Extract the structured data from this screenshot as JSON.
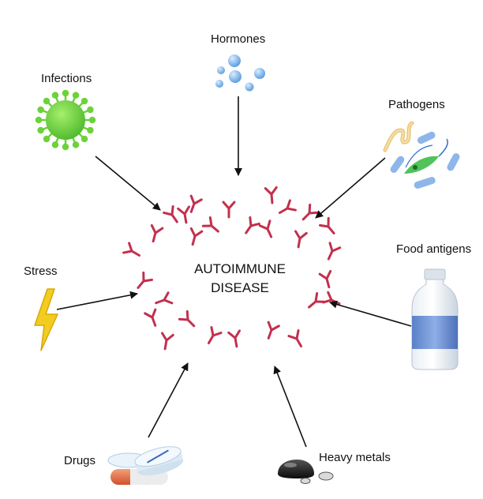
{
  "center": {
    "line1": "AUTOIMMUNE",
    "line2": "DISEASE"
  },
  "factors": {
    "infections": "Infections",
    "hormones": "Hormones",
    "pathogens": "Pathogens",
    "stress": "Stress",
    "food_antigens": "Food antigens",
    "drugs": "Drugs",
    "heavy_metals": "Heavy metals"
  },
  "colors": {
    "antibody": "#c2304e",
    "virus": "#6cd23a",
    "hormone": "#7fb6ea",
    "bolt": "#f2cc1f",
    "bottle_label": "#6f94d6",
    "arrow": "#111111"
  },
  "icons": {
    "infections": "virus-icon",
    "hormones": "hormone-bubbles-icon",
    "pathogens": "bacteria-icon",
    "stress": "lightning-bolt-icon",
    "food_antigens": "milk-bottle-icon",
    "drugs": "pills-icon",
    "heavy_metals": "metal-droplets-icon"
  }
}
